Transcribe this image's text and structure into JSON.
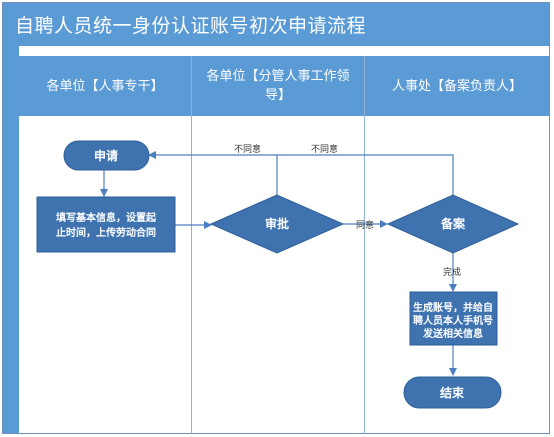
{
  "title": "自聘人员统一身份认证账号初次申请流程",
  "lanes": [
    {
      "label_line1": "各单位【人事专干】",
      "label_line2": ""
    },
    {
      "label_line1": "各单位【分管人事工作领",
      "label_line2": "导】"
    },
    {
      "label_line1": "人事处【备案负责人】",
      "label_line2": ""
    }
  ],
  "nodes": {
    "apply": "申请",
    "fill_line1": "填写基本信息，设置起",
    "fill_line2": "止时间，上传劳动合同",
    "approve": "审批",
    "record": "备案",
    "generate_line1": "生成账号，并给自",
    "generate_line2": "聘人员本人手机号",
    "generate_line3": "发送相关信息",
    "end": "结束"
  },
  "edges": {
    "reject1": "不同意",
    "reject2": "不同意",
    "agree": "同意",
    "done": "完成"
  },
  "colors": {
    "header_blue": "#5b9bd5",
    "node_blue": "#3f73b0",
    "line_blue": "#4c7fc0"
  }
}
